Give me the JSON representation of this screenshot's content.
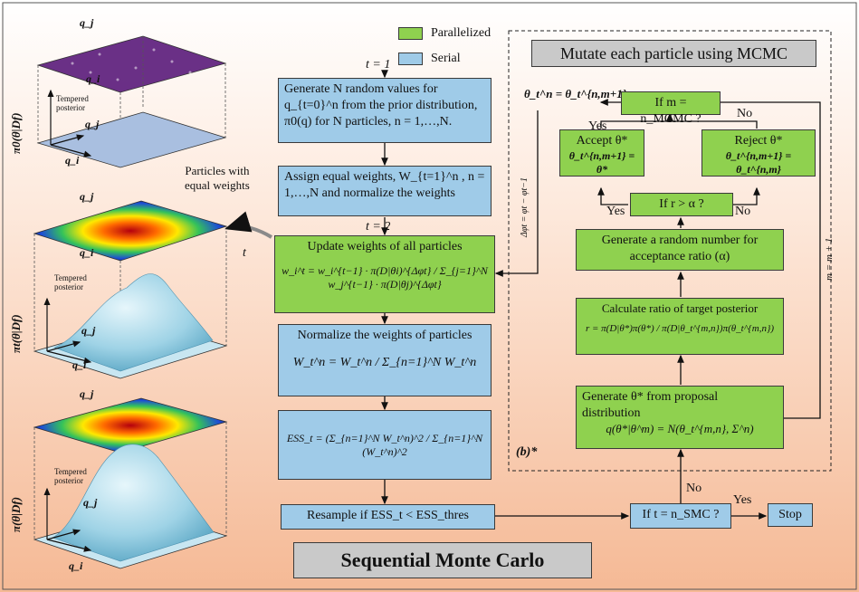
{
  "title": "Sequential Monte Carlo",
  "legend": {
    "parallelized": {
      "label": "Parallelized",
      "color": "#8fd14f"
    },
    "serial": {
      "label": "Serial",
      "color": "#9fcbe8"
    }
  },
  "colors": {
    "background_top": "#ffffff",
    "background_bottom": "#f5b995",
    "title_box": "#c9c9c9"
  },
  "main_flow": {
    "t1_label": "t = 1",
    "t2_label": "t = 2",
    "generate_random": [
      "Generate N random values for",
      "q_{t=0}^n from the prior distribution,",
      "π0(q) for N particles, n = 1,…,N."
    ],
    "assign_weights": [
      "Assign equal weights, W_{t=1}^n , n =",
      "1,…,N and normalize the weights"
    ],
    "update_weights_title": "Update weights of all particles",
    "update_weights_eq": "w_i^t = w_i^{t−1} · π(D|θi)^{Δφt} / Σ_{j=1}^N w_j^{t−1} · π(D|θj)^{Δφt}",
    "normalize_title": "Normalize the weights of particles",
    "normalize_eq": "W_t^n = W_t^n / Σ_{n=1}^N W_t^n",
    "ess_eq": "ESS_t = (Σ_{n=1}^N W_t^n)^2 / Σ_{n=1}^N (W_t^n)^2",
    "resample": "Resample if ESS_t < ESS_thres",
    "if_nsmc": "If t = n_SMC ?",
    "no_label": "No",
    "yes_label": "Yes",
    "stop": "Stop"
  },
  "mcmc": {
    "title": "Mutate each particle using MCMC",
    "theta_out": "θ_t^n = θ_t^{n,m+1}",
    "if_nmcmc": "If m = n_MCMC ?",
    "yes_label": "Yes",
    "no_label": "No",
    "accept_title": "Accept θ*",
    "accept_eq": "θ_t^{n,m+1} = θ*",
    "reject_title": "Reject θ*",
    "reject_eq": "θ_t^{n,m+1} = θ_t^{n,m}",
    "if_r": "If r > α ?",
    "yes2": "Yes",
    "no2": "No",
    "random_number": [
      "Generate a random number for",
      "acceptance ratio (α)"
    ],
    "calc_ratio_title": "Calculate ratio of target posterior",
    "calc_ratio_eq": "r = π(D|θ*)π(θ*) / π(D|θ_t^{m,n})π(θ_t^{m,n})",
    "generate_theta": [
      "Generate θ* from proposal",
      "distribution"
    ],
    "proposal_eq": "q(θ*|θ^m) = N(θ_t^{m,n}, Σ^n)",
    "m_update": "m = m + 1",
    "delta_phi": "Δφt = φt − φt−1",
    "panel_tag": "(b)*"
  },
  "left_panels": {
    "particles_label": [
      "Particles with",
      "equal weights"
    ],
    "t_arrow_label": "t",
    "tempered": [
      "Tempered",
      "posterior"
    ],
    "axis_qj": "q_j",
    "axis_qi": "q_i",
    "ylabel_top": "π0(θ|Df)",
    "ylabel_mid": "πt(θ|Df)",
    "ylabel_bot": "π(θ|Df)"
  }
}
